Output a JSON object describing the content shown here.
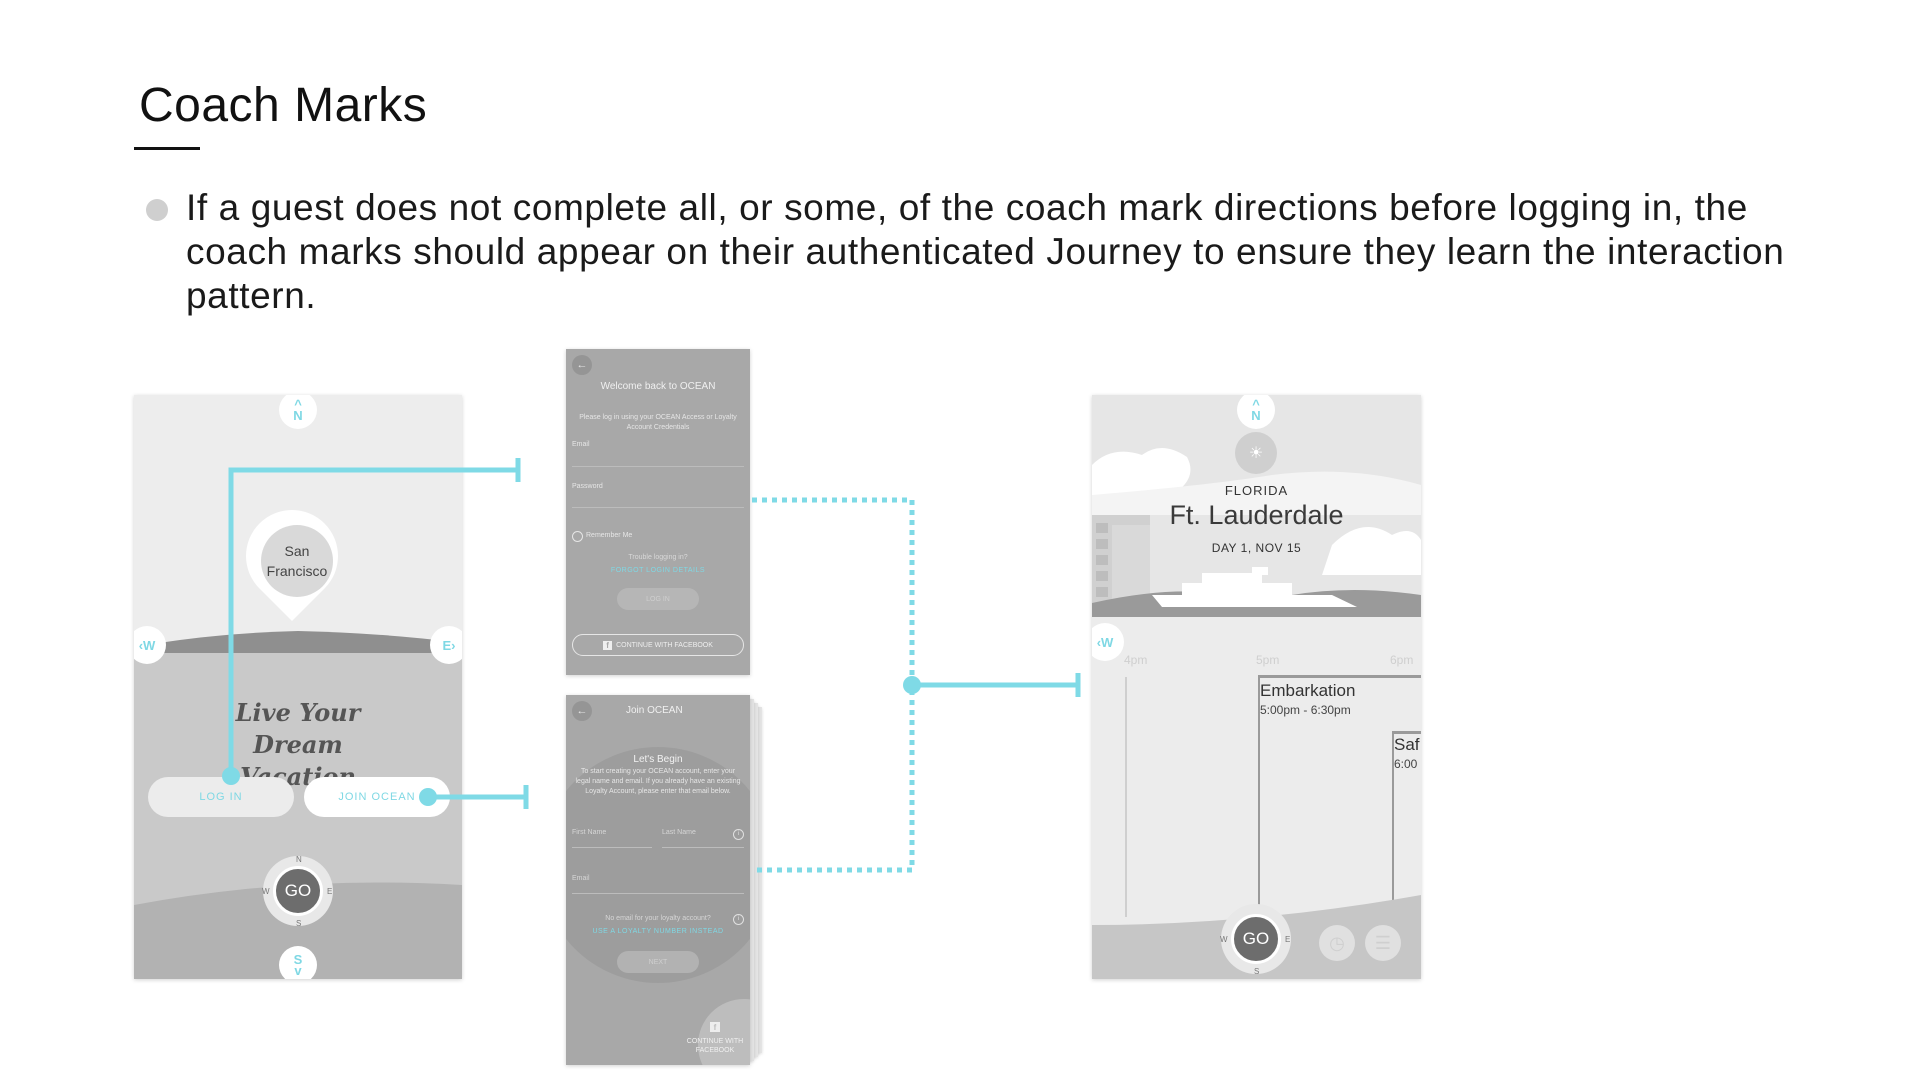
{
  "slide": {
    "title": "Coach Marks",
    "bullet": "If a guest does not complete all, or some, of the coach mark directions before logging in, the coach marks should appear on their authenticated Journey to ensure they learn the interaction pattern."
  },
  "screen_welcome": {
    "compass_north": "N",
    "compass_south": "S",
    "compass_west": "W",
    "compass_east": "E",
    "pin_label": "San Francisco",
    "headline": "Live Your Dream Vacation",
    "login_label": "LOG IN",
    "join_label": "JOIN OCEAN",
    "go_label": "GO",
    "dial_n": "N",
    "dial_s": "S",
    "dial_w": "W",
    "dial_e": "E"
  },
  "screen_login": {
    "title": "Welcome back to OCEAN",
    "subtitle": "Please log in using your OCEAN Access or Loyalty Account Credentials",
    "email_label": "Email",
    "password_label": "Password",
    "remember_label": "Remember Me",
    "trouble_label": "Trouble logging in?",
    "forgot_label": "FORGOT LOGIN DETAILS",
    "login_button": "LOG IN",
    "facebook_button": "CONTINUE WITH FACEBOOK"
  },
  "screen_join": {
    "header": "Join OCEAN",
    "title": "Let's Begin",
    "body": "To start creating your OCEAN account, enter your legal name and email. If you already have an existing Loyalty Account, please enter that email below.",
    "first_name_label": "First Name",
    "last_name_label": "Last Name",
    "email_label": "Email",
    "no_email_label": "No email for your loyalty account?",
    "loyalty_link": "USE A LOYALTY NUMBER INSTEAD",
    "next_button": "NEXT",
    "facebook_button": "CONTINUE WITH FACEBOOK"
  },
  "screen_journey": {
    "compass_north": "N",
    "compass_west": "W",
    "state": "FLORIDA",
    "city": "Ft. Lauderdale",
    "day": "DAY 1, NOV 15",
    "times": [
      "4pm",
      "5pm",
      "6pm"
    ],
    "event1_title": "Embarkation",
    "event1_time": "5:00pm - 6:30pm",
    "event2_title": "Saf",
    "event2_time": "6:00",
    "go_label": "GO",
    "dial_w": "W",
    "dial_e": "E",
    "dial_s": "S"
  },
  "colors": {
    "coach_line": "#7fdae6",
    "screen_grey": "#a8a8a8",
    "accent_text": "#7fd8e4"
  }
}
